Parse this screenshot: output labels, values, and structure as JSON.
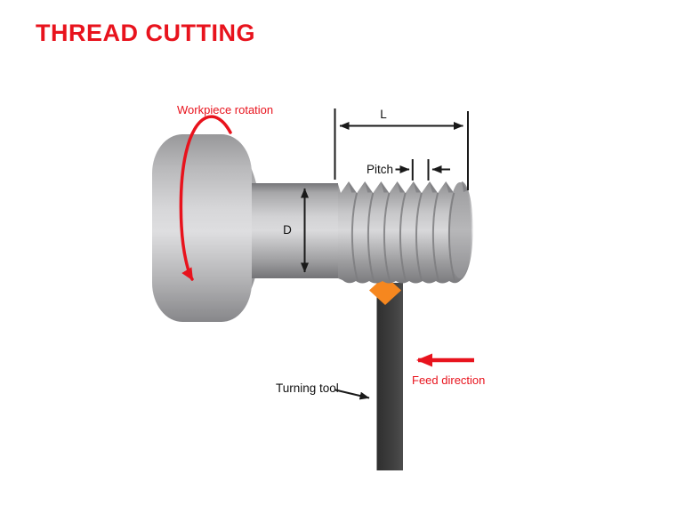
{
  "header": {
    "title": "THREAD CUTTING"
  },
  "diagram": {
    "labels": {
      "workpiece_rotation": "Workpiece rotation",
      "length": "L",
      "pitch": "Pitch",
      "diameter": "D",
      "turning_tool": "Turning tool",
      "feed_direction": "Feed direction"
    },
    "colors": {
      "accent_red": "#e8131d",
      "label_black": "#1a1a1a",
      "metal_gray_light": "#dadadc",
      "metal_gray_dark": "#7b7b7e",
      "tool_shank_gray": "#3d3d3d",
      "tool_tip_orange": "#f6871f"
    }
  }
}
